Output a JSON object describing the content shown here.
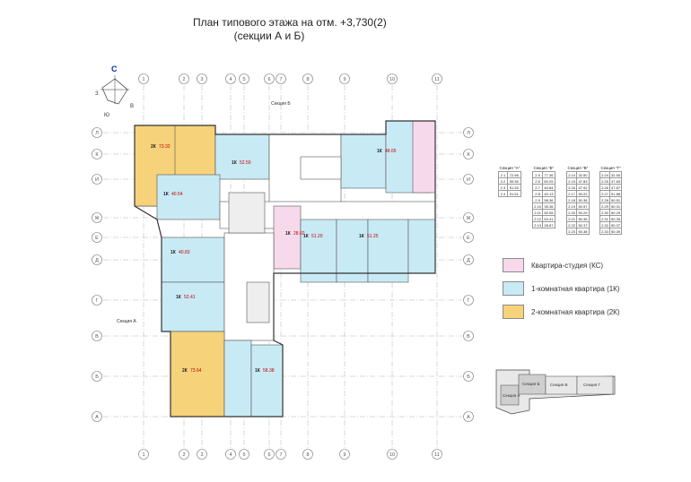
{
  "title": {
    "line1": "План типового этажа на отм. +3,730(2)",
    "line2": "(секции А и Б)"
  },
  "compass": {
    "north": "С",
    "east": "В",
    "south": "Ю",
    "west": "З"
  },
  "axes_columns": [
    "1",
    "2",
    "3",
    "4",
    "5",
    "6",
    "7",
    "8",
    "9",
    "10",
    "11"
  ],
  "axes_rows": [
    "Л",
    "К",
    "И",
    "Ж",
    "Е",
    "Д",
    "Г",
    "В",
    "Б",
    "А"
  ],
  "section_labels": {
    "section_b": "Секция Б",
    "section_a": "Секция А"
  },
  "legend": [
    {
      "label": "Квартира-студия (КС)",
      "color": "#f7d9ec"
    },
    {
      "label": "1-комнатная квартира (1К)",
      "color": "#c8eaf5"
    },
    {
      "label": "2-комнатная квартира (2К)",
      "color": "#f6d27a"
    }
  ],
  "tables": [
    {
      "title": "Секция \"А\"",
      "rows": [
        [
          "2.1",
          "72.98"
        ],
        [
          "2.2",
          "59.36"
        ],
        [
          "2.3",
          "51.26"
        ],
        [
          "2.4",
          "51.51"
        ]
      ]
    },
    {
      "title": "Секция \"Б\"",
      "rows": [
        [
          "2.5",
          "77.36"
        ],
        [
          "2.6",
          "60.25"
        ],
        [
          "2.7",
          "40.84"
        ],
        [
          "2.8",
          "40.13"
        ],
        [
          "2.9",
          "58.36"
        ],
        [
          "2.10",
          "35.36"
        ],
        [
          "2.11",
          "50.05"
        ],
        [
          "2.12",
          "53.41"
        ],
        [
          "2.13",
          "28.87"
        ]
      ]
    },
    {
      "title": "Секция \"В\"",
      "rows": [
        [
          "2.14",
          "32.50"
        ],
        [
          "2.15",
          "47.83"
        ],
        [
          "2.16",
          "47.92"
        ],
        [
          "2.17",
          "50.22"
        ],
        [
          "2.18",
          "50.36"
        ],
        [
          "2.19",
          "50.57"
        ],
        [
          "2.20",
          "50.29"
        ],
        [
          "2.21",
          "50.35"
        ],
        [
          "2.22",
          "50.37"
        ],
        [
          "2.23",
          "50.38"
        ]
      ]
    },
    {
      "title": "Секция \"Г\"",
      "rows": [
        [
          "2.24",
          "32.50"
        ],
        [
          "2.25",
          "47.83"
        ],
        [
          "2.26",
          "47.87"
        ],
        [
          "2.27",
          "51.88"
        ],
        [
          "2.28",
          "50.51"
        ],
        [
          "2.29",
          "50.31"
        ],
        [
          "2.30",
          "50.29"
        ],
        [
          "2.31",
          "50.35"
        ],
        [
          "2.32",
          "50.37"
        ],
        [
          "2.33",
          "50.39"
        ]
      ]
    }
  ],
  "apartments": [
    {
      "label": "2К",
      "area": "73.32",
      "color": "#f6d27a"
    },
    {
      "label": "1К",
      "area": "52.59",
      "color": "#c8eaf5"
    },
    {
      "label": "1К",
      "area": "40.54",
      "color": "#c8eaf5"
    },
    {
      "label": "1К",
      "area": "40.83",
      "color": "#c8eaf5"
    },
    {
      "label": "1К",
      "area": "52.41",
      "color": "#c8eaf5"
    },
    {
      "label": "1К",
      "area": "48.65",
      "color": "#c8eaf5"
    },
    {
      "label": "1К",
      "area": "28.02",
      "color": "#f7d9ec"
    },
    {
      "label": "1К",
      "area": "51.20",
      "color": "#c8eaf5"
    },
    {
      "label": "1К",
      "area": "51.25",
      "color": "#c8eaf5"
    },
    {
      "label": "2К",
      "area": "73.64",
      "color": "#f6d27a"
    },
    {
      "label": "1К",
      "area": "58.38",
      "color": "#c8eaf5"
    }
  ],
  "key_plan": {
    "sections": [
      "Секция А",
      "Секция Б",
      "Секция В",
      "Секция Г"
    ]
  }
}
